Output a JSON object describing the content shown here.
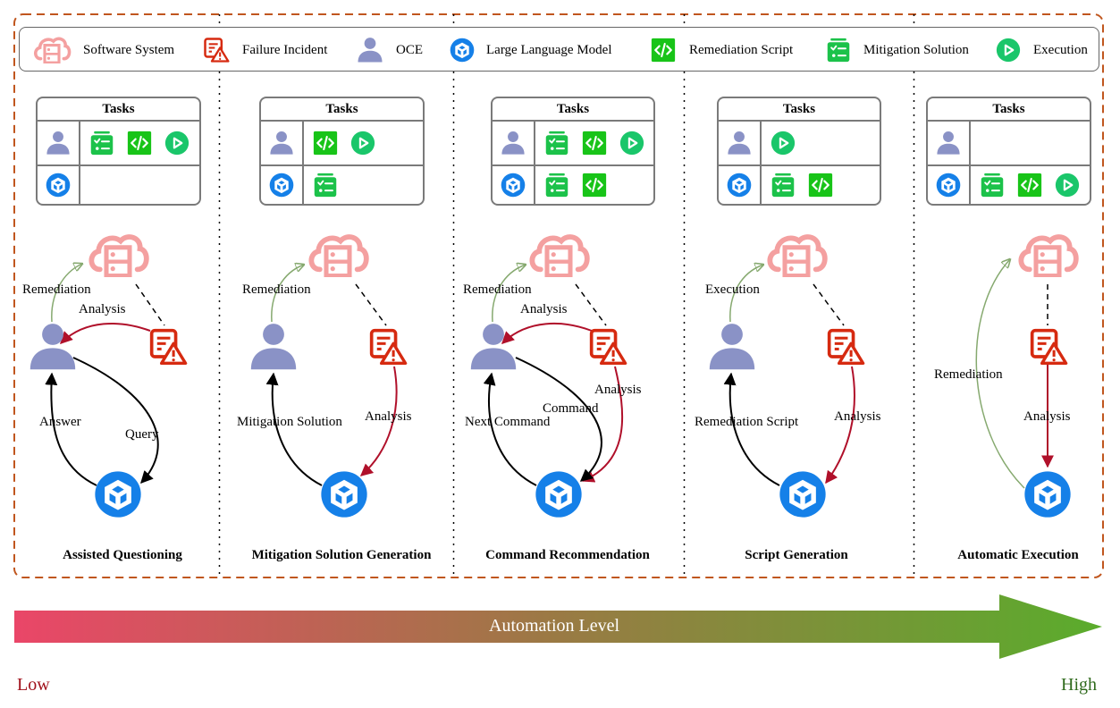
{
  "legend": [
    {
      "icon": "cloud-server-icon",
      "label": "Software System"
    },
    {
      "icon": "failure-incident-icon",
      "label": "Failure Incident"
    },
    {
      "icon": "person-icon",
      "label": "OCE"
    },
    {
      "icon": "llm-cube-icon",
      "label": "Large Language Model"
    },
    {
      "icon": "code-script-icon",
      "label": "Remediation Script"
    },
    {
      "icon": "checklist-icon",
      "label": "Mitigation Solution"
    },
    {
      "icon": "play-icon",
      "label": "Execution"
    }
  ],
  "tasks_header": "Tasks",
  "stages": [
    {
      "title": "Assisted Questioning",
      "oce_tasks": [
        "checklist-icon",
        "code-script-icon",
        "play-icon"
      ],
      "llm_tasks": [],
      "edges": {
        "remediation": "Remediation",
        "analysis_to_oce": "Analysis",
        "oce_to_llm": "Query",
        "llm_to_oce": "Answer"
      }
    },
    {
      "title": "Mitigation Solution Generation",
      "oce_tasks": [
        "code-script-icon",
        "play-icon"
      ],
      "llm_tasks": [
        "checklist-icon"
      ],
      "edges": {
        "remediation": "Remediation",
        "incident_to_llm": "Analysis",
        "llm_to_oce": "Mitigation Solution"
      }
    },
    {
      "title": "Command Recommendation",
      "oce_tasks": [
        "checklist-icon",
        "code-script-icon",
        "play-icon"
      ],
      "llm_tasks": [
        "checklist-icon",
        "code-script-icon"
      ],
      "edges": {
        "remediation": "Remediation",
        "analysis_to_oce": "Analysis",
        "incident_to_llm": "Analysis",
        "oce_to_llm": "Command",
        "llm_to_oce": "Next Command"
      }
    },
    {
      "title": "Script Generation",
      "oce_tasks": [
        "play-icon"
      ],
      "llm_tasks": [
        "checklist-icon",
        "code-script-icon"
      ],
      "edges": {
        "remediation": "Execution",
        "incident_to_llm": "Analysis",
        "llm_to_oce": "Remediation Script"
      }
    },
    {
      "title": "Automatic Execution",
      "oce_tasks": [],
      "llm_tasks": [
        "checklist-icon",
        "code-script-icon",
        "play-icon"
      ],
      "edges": {
        "llm_remediation": "Remediation",
        "incident_to_llm": "Analysis"
      }
    }
  ],
  "automation_axis": {
    "label": "Automation Level",
    "low": "Low",
    "high": "High"
  },
  "colors": {
    "frame": "#c0561e",
    "system": "#f4a0a0",
    "incident": "#d62a10",
    "oce": "#8a92c6",
    "llm": "#1580e8",
    "script": "#18c418",
    "solution": "#1cc24a",
    "execution": "#1ac66a",
    "remediation_edge": "#86a96f",
    "analysis_edge": "#b0102a",
    "low": "#a0101a",
    "high": "#2f6a1c"
  }
}
